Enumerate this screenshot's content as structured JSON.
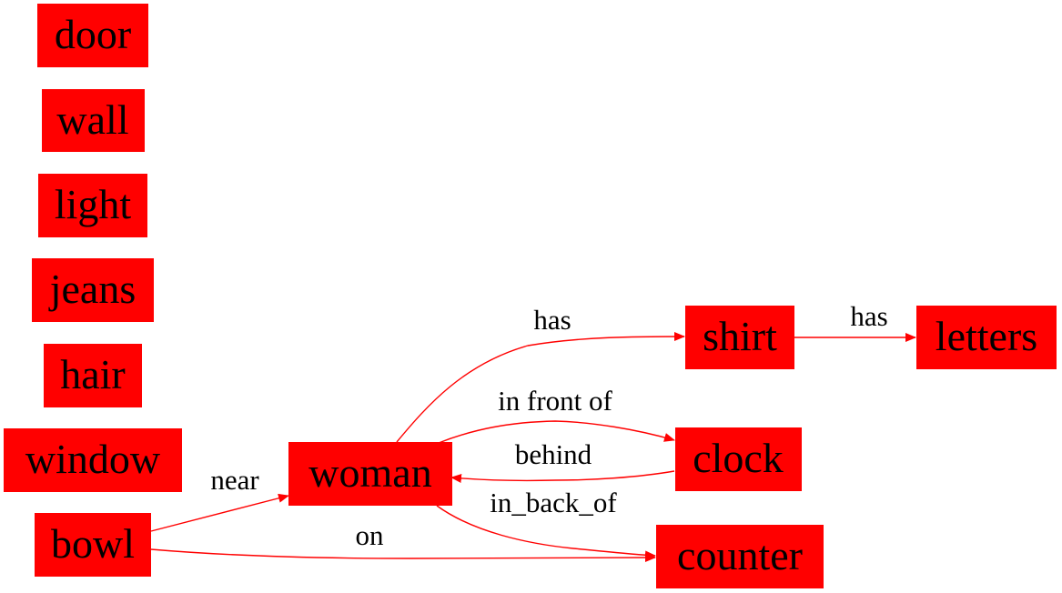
{
  "colors": {
    "node_fill": "#ff0000",
    "edge": "#ff0000",
    "text": "#000000",
    "background": "#ffffff"
  },
  "nodes": [
    {
      "id": "door",
      "label": "door"
    },
    {
      "id": "wall",
      "label": "wall"
    },
    {
      "id": "light",
      "label": "light"
    },
    {
      "id": "jeans",
      "label": "jeans"
    },
    {
      "id": "hair",
      "label": "hair"
    },
    {
      "id": "window",
      "label": "window"
    },
    {
      "id": "bowl",
      "label": "bowl"
    },
    {
      "id": "woman",
      "label": "woman"
    },
    {
      "id": "shirt",
      "label": "shirt"
    },
    {
      "id": "letters",
      "label": "letters"
    },
    {
      "id": "clock",
      "label": "clock"
    },
    {
      "id": "counter",
      "label": "counter"
    }
  ],
  "edges": [
    {
      "id": "woman-has-shirt",
      "from": "woman",
      "to": "shirt",
      "label": "has"
    },
    {
      "id": "shirt-has-letters",
      "from": "shirt",
      "to": "letters",
      "label": "has"
    },
    {
      "id": "woman-in-front-of-clock",
      "from": "woman",
      "to": "clock",
      "label": "in front of"
    },
    {
      "id": "clock-behind-woman",
      "from": "clock",
      "to": "woman",
      "label": "behind"
    },
    {
      "id": "woman-in-back-of-counter",
      "from": "woman",
      "to": "counter",
      "label": "in_back_of"
    },
    {
      "id": "bowl-near-woman",
      "from": "bowl",
      "to": "woman",
      "label": "near"
    },
    {
      "id": "bowl-on-counter",
      "from": "bowl",
      "to": "counter",
      "label": "on"
    }
  ]
}
